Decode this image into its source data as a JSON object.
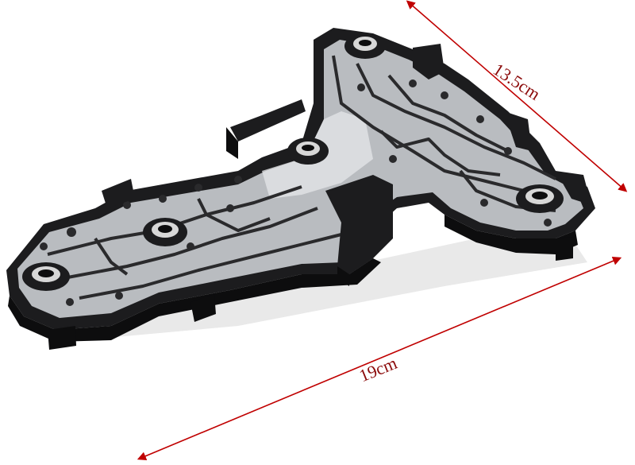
{
  "product": {
    "subject": "tail-light-bulb-holder-circuit-board",
    "colors": {
      "plastic": "#1c1c1e",
      "plastic_shadow": "#0d0d0e",
      "circuit_plate": "#b9bcc0",
      "circuit_highlight": "#e2e4e6",
      "trace": "#2a2a2c",
      "socket_metal": "#d7d7d7"
    }
  },
  "dimensions": {
    "color": "#c00000",
    "height_label": "13.5cm",
    "length_label": "19cm"
  }
}
